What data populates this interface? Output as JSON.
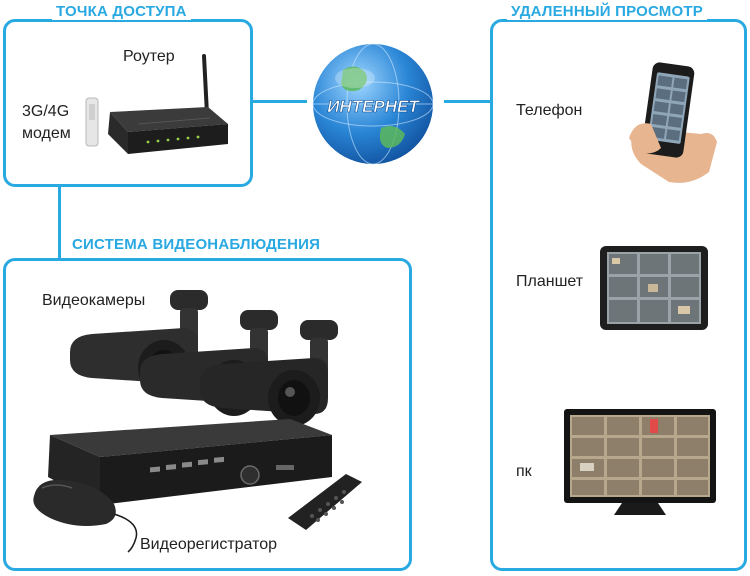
{
  "access_point": {
    "heading": "ТОЧКА ДОСТУПА",
    "router_label": "Роутер",
    "modem_label_line1": "3G/4G",
    "modem_label_line2": "модем"
  },
  "internet": {
    "label": "ИНТЕРНЕТ"
  },
  "remote_view": {
    "heading": "УДАЛЕННЫЙ ПРОСМОТР",
    "phone_label": "Телефон",
    "tablet_label": "Планшет",
    "pc_label": "пк"
  },
  "surveillance": {
    "heading": "СИСТЕМА ВИДЕОНАБЛЮДЕНИЯ",
    "cameras_label": "Видеокамеры",
    "dvr_label": "Видеорегистратор"
  },
  "colors": {
    "accent": "#29a9e1",
    "device_dark": "#2b2b2b"
  }
}
